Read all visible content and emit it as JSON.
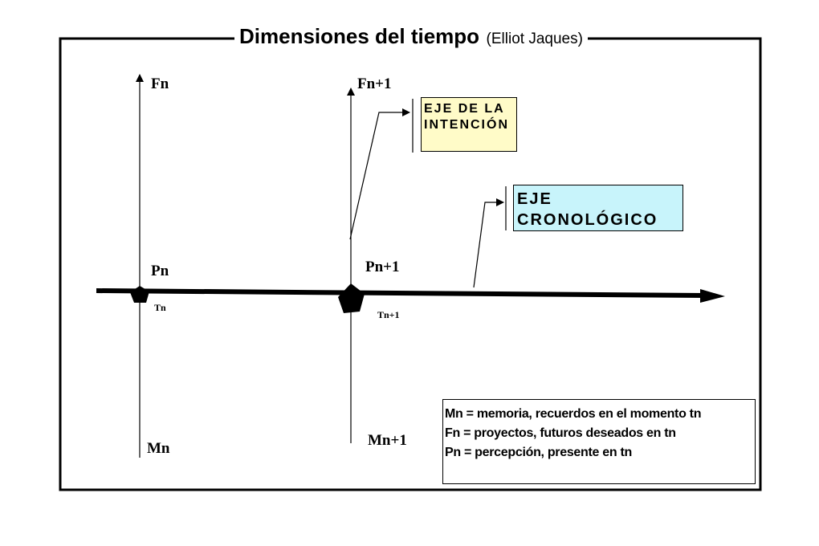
{
  "title": {
    "main": "Dimensiones del tiempo",
    "sub": "(Elliot Jaques)"
  },
  "labels": {
    "fn": "Fn",
    "fn1": "Fn+1",
    "pn": "Pn",
    "pn1": "Pn+1",
    "tn": "Tn",
    "tn1": "Tn+1",
    "mn": "Mn",
    "mn1": "Mn+1"
  },
  "callouts": {
    "intention": {
      "line1": "EJE DE LA",
      "line2": "INTENCIÓN",
      "color": "#fffbc8"
    },
    "chronological": {
      "line1": "EJE",
      "line2": "CRONOLÓGICO",
      "color": "#c8f4fb"
    }
  },
  "legend": [
    "Mn = memoria, recuerdos en el  momento tn",
    "Fn  = proyectos, futuros deseados en tn",
    "Pn = percepción, presente en tn"
  ]
}
